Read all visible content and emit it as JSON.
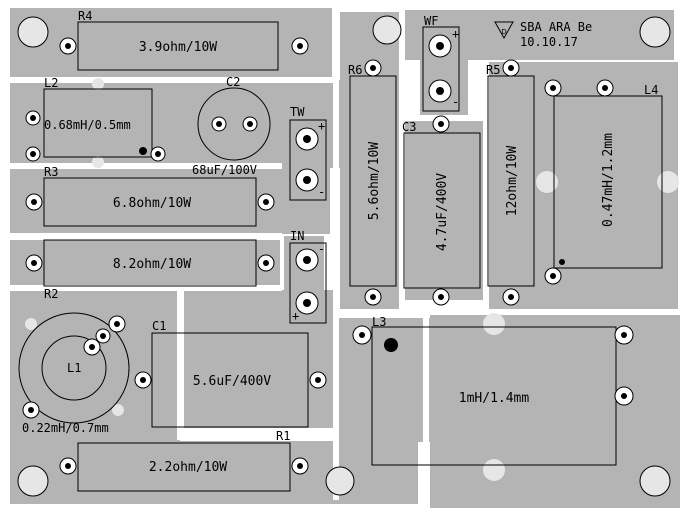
{
  "board_header": {
    "company": "SBA ARA Be",
    "date": "10.10.17"
  },
  "components": {
    "R4": {
      "ref": "R4",
      "value": "3.9ohm/10W"
    },
    "R3": {
      "ref": "R3",
      "value": "6.8ohm/10W"
    },
    "R2": {
      "ref": "R2",
      "value": "8.2ohm/10W"
    },
    "R1": {
      "ref": "R1",
      "value": "2.2ohm/10W"
    },
    "R6": {
      "ref": "R6",
      "value": "5.6ohm/10W"
    },
    "R5": {
      "ref": "R5",
      "value": "12ohm/10W"
    },
    "L1": {
      "ref": "L1",
      "value": "0.22mH/0.7mm"
    },
    "L2": {
      "ref": "L2",
      "value": "0.68mH/0.5mm"
    },
    "L3": {
      "ref": "L3",
      "value": "1mH/1.4mm"
    },
    "L4": {
      "ref": "L4",
      "value": "0.47mH/1.2mm"
    },
    "C1": {
      "ref": "C1",
      "value": "5.6uF/400V"
    },
    "C2": {
      "ref": "C2",
      "value": "68uF/100V"
    },
    "C3": {
      "ref": "C3",
      "value": "4.7uF/400V"
    }
  },
  "connectors": {
    "WF": {
      "ref": "WF",
      "plus": "+",
      "minus": "-"
    },
    "TW": {
      "ref": "TW",
      "plus": "+",
      "minus": "-"
    },
    "IN": {
      "ref": "IN",
      "plus": "+",
      "minus": "-"
    }
  },
  "colors": {
    "copper": "#b4b4b4",
    "background": "#ffffff",
    "ink": "#000000"
  }
}
